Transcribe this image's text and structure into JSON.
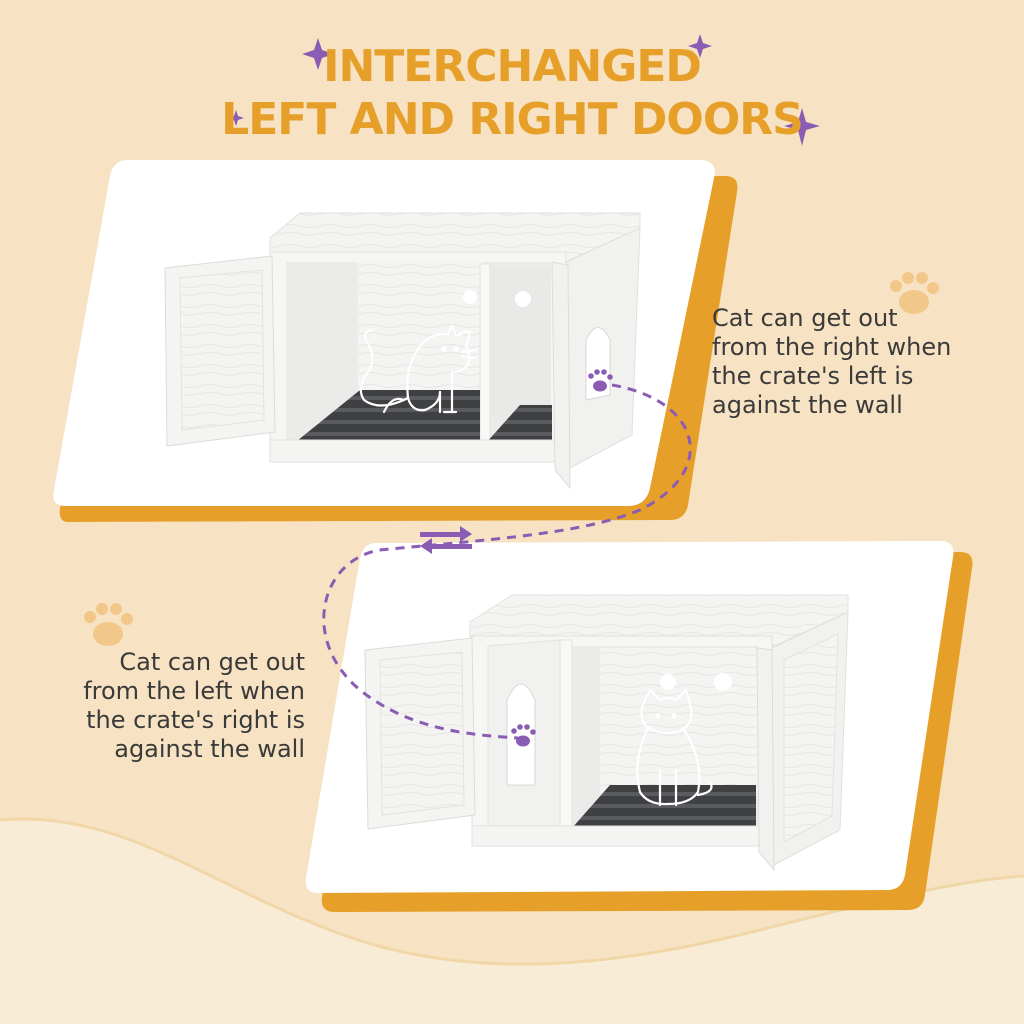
{
  "title": {
    "line1": "INTERCHANGED",
    "line2": "LEFT AND RIGHT DOORS"
  },
  "captions": {
    "right_exit": [
      "Cat can get out",
      "from the right when",
      "the crate's left is",
      "against the wall"
    ],
    "left_exit": [
      "Cat can get out",
      "from the left when",
      "the crate's right is",
      "against the wall"
    ]
  },
  "icons": {
    "sparkle": "sparkle-icon",
    "paw": "paw-print-icon",
    "swap": "swap-arrows-icon",
    "cat": "cat-outline-icon"
  },
  "colors": {
    "background": "#f7e3c3",
    "background_wave": "#f8ecd6",
    "accent_orange": "#e6a02a",
    "accent_purple": "#8a5cb3",
    "paw_light": "#f2c78a",
    "card": "#ffffff",
    "crate_white": "#f6f6f5",
    "litter_mat": "#3f4042",
    "text": "#3a3a3a"
  }
}
